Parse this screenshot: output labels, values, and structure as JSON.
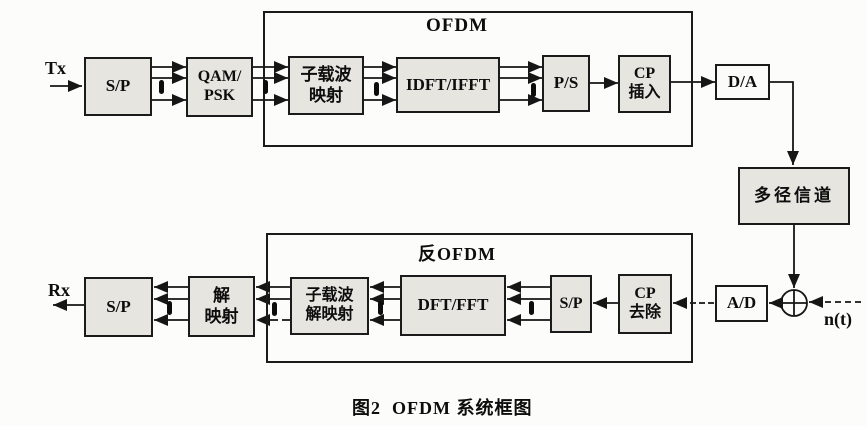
{
  "figure": {
    "caption": "图2  OFDM 系统框图",
    "labels": {
      "tx": "Tx",
      "rx": "Rx",
      "noise": "n(t)",
      "ofdm_group": "OFDM",
      "inverse_ofdm_group": "反OFDM"
    },
    "blocks": {
      "sp_tx": {
        "label": "S/P"
      },
      "qam_psk": {
        "line1": "QAM/",
        "line2": "PSK"
      },
      "subcarrier_map": {
        "line1": "子载波",
        "line2": "映射"
      },
      "idft_ifft": {
        "label": "IDFT/IFFT"
      },
      "p_s": {
        "label": "P/S"
      },
      "cp_insert": {
        "line1": "CP",
        "line2": "插入"
      },
      "d_a": {
        "label": "D/A"
      },
      "multipath_channel": {
        "label": "多径信道"
      },
      "a_d": {
        "label": "A/D"
      },
      "cp_remove": {
        "line1": "CP",
        "line2": "去除"
      },
      "sp_rx": {
        "label": "S/P"
      },
      "dft_fft": {
        "label": "DFT/FFT"
      },
      "subcarrier_demap": {
        "line1": "子载波",
        "line2": "解映射"
      },
      "demap": {
        "line1": "解",
        "line2": "映射"
      },
      "sp_out": {
        "label": "S/P"
      }
    },
    "icons": {
      "adder": "circle-plus",
      "multi_stream_mark": "vertical-stream-ellipsis",
      "arrowhead": "solid-triangle"
    },
    "colors": {
      "line": "#161616",
      "box_fill": "#e6e5e0",
      "box_fill_white": "#fbfbf9",
      "background": "#fcfcfa"
    }
  }
}
